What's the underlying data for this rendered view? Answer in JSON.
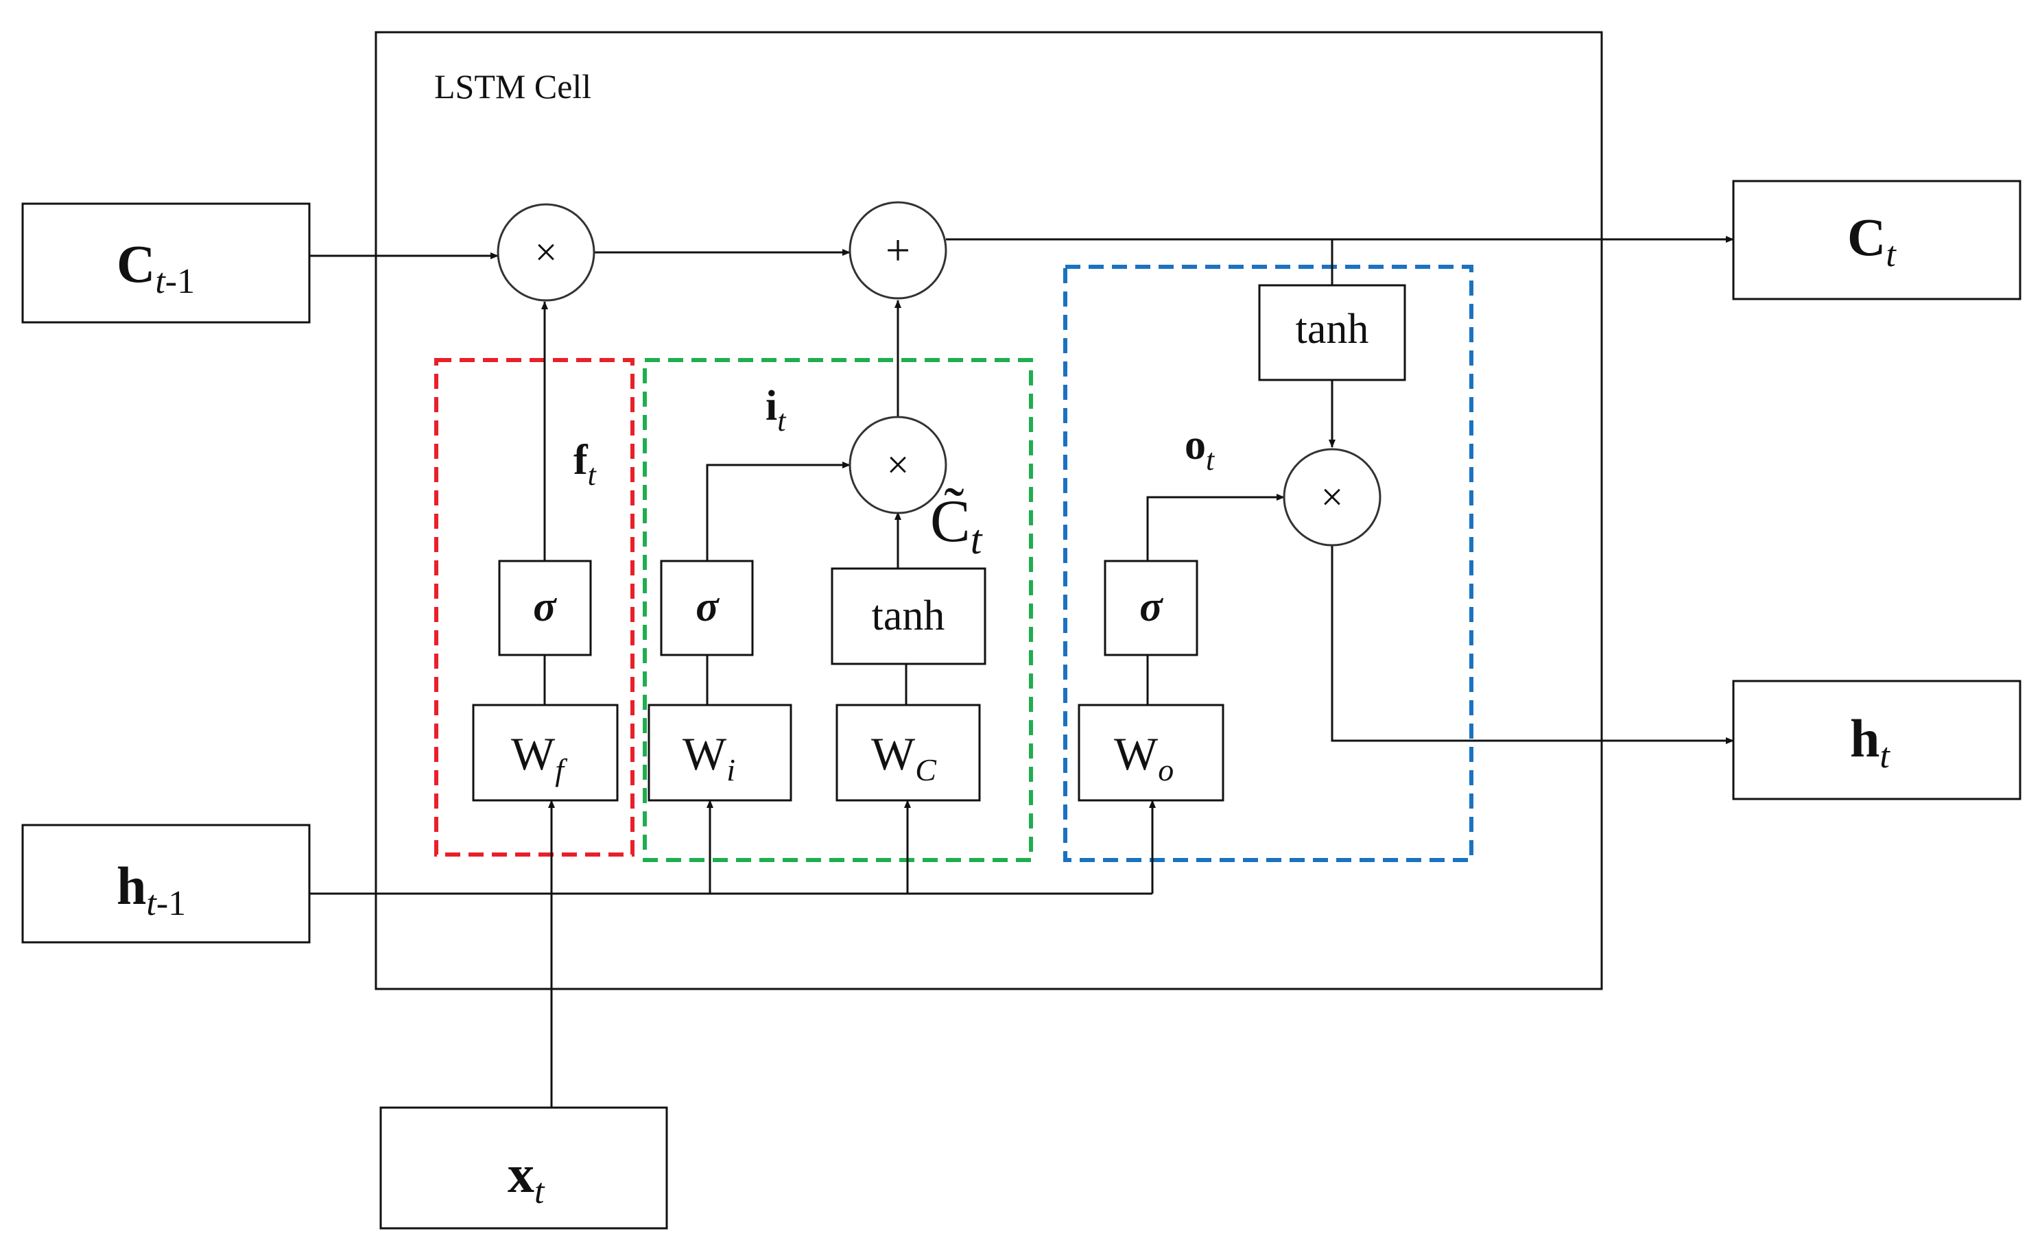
{
  "cell": {
    "title": "LSTM Cell"
  },
  "inputs": {
    "c_prev": {
      "base": "C",
      "sub_italic": "t",
      "sub_tail": "-1"
    },
    "h_prev": {
      "base": "h",
      "sub_italic": "t",
      "sub_tail": "-1"
    },
    "x_t": {
      "base": "x",
      "sub_italic": "t",
      "sub_tail": ""
    }
  },
  "outputs": {
    "c_t": {
      "base": "C",
      "sub_italic": "t"
    },
    "h_t": {
      "base": "h",
      "sub_italic": "t"
    }
  },
  "operators": {
    "multiply": "×",
    "add": "+"
  },
  "gates": {
    "forget": {
      "border_color": "#e8202a",
      "weight": {
        "base": "W",
        "sub": "f"
      },
      "activation": "σ",
      "signal": {
        "base": "f",
        "sub": "t"
      }
    },
    "input": {
      "border_color": "#1fae4f",
      "weight": {
        "base": "W",
        "sub": "i"
      },
      "activation": "σ",
      "signal": {
        "base": "i",
        "sub": "t"
      }
    },
    "candidate": {
      "weight": {
        "base": "W",
        "sub": "C"
      },
      "activation": "tanh",
      "signal": {
        "base": "C̃",
        "sub": "t"
      }
    },
    "output": {
      "border_color": "#1b72c0",
      "weight": {
        "base": "W",
        "sub": "o"
      },
      "activation": "σ",
      "signal": {
        "base": "o",
        "sub": "t"
      },
      "cell_activation": "tanh"
    }
  }
}
